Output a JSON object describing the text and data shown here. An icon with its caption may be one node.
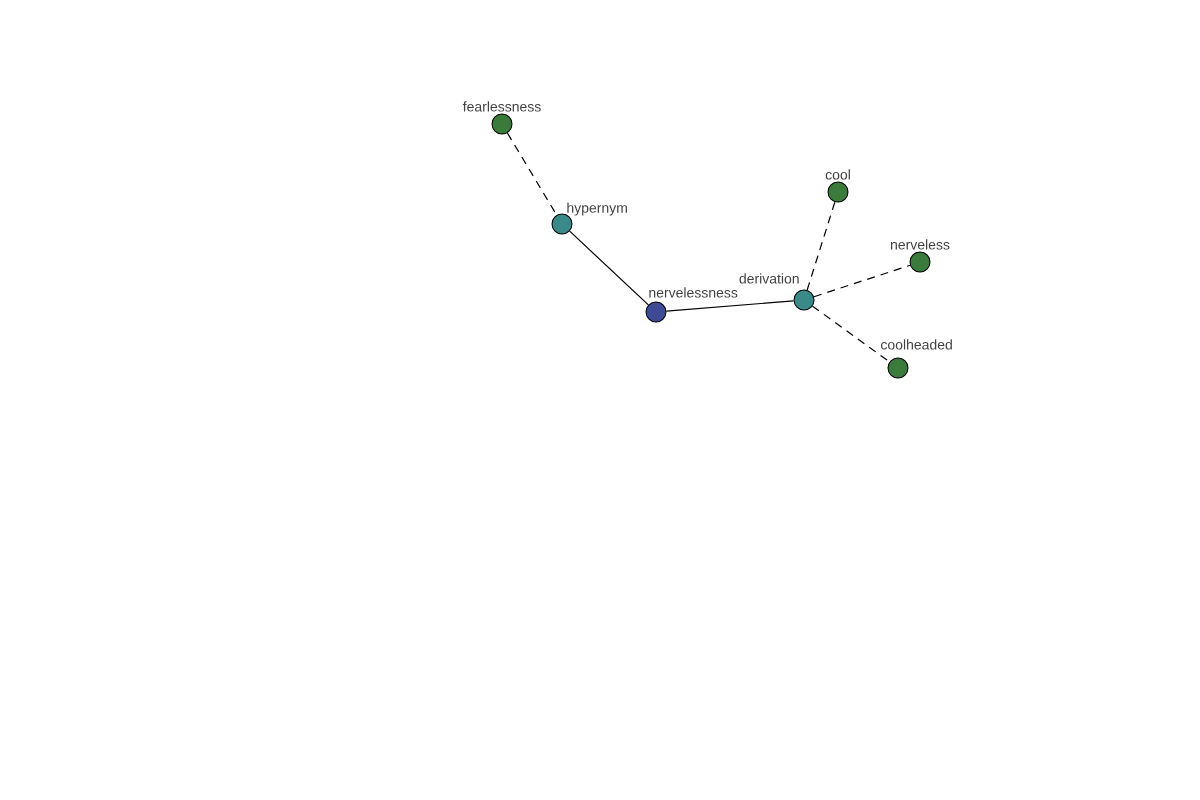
{
  "diagram": {
    "nodes": [
      {
        "text": [
          "fearlessness"
        ]
      },
      {
        "text": [
          "hypernym"
        ]
      },
      {
        "text": [
          "cool"
        ]
      },
      {
        "text": [
          "nerveless"
        ]
      },
      {
        "text": [
          "derivation"
        ]
      },
      {
        "text": [
          "nervelessness"
        ]
      },
      {
        "text": [
          "coolheaded"
        ]
      }
    ],
    "edges": [
      {
        "from": 0,
        "to": 1,
        "arrow": "none",
        "style": "dashed"
      },
      {
        "from": 1,
        "to": 5,
        "arrow": "none"
      },
      {
        "from": 5,
        "to": 4,
        "arrow": "none"
      },
      {
        "from": 4,
        "to": 2,
        "arrow": "none",
        "style": "dashed"
      },
      {
        "from": 4,
        "to": 3,
        "arrow": "none",
        "style": "dashed"
      },
      {
        "from": 4,
        "to": 6,
        "arrow": "none",
        "style": "dashed"
      }
    ]
  }
}
